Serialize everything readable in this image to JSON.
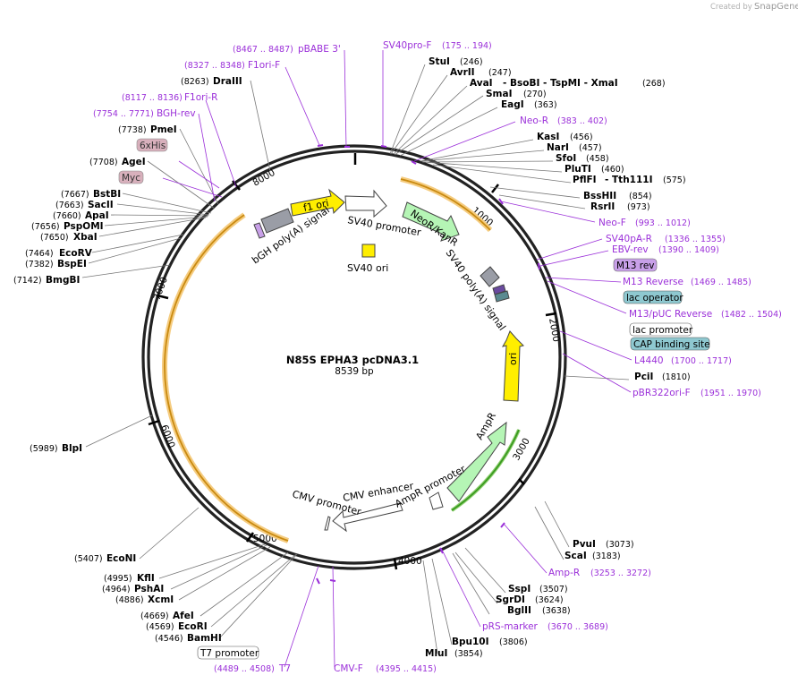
{
  "credit": {
    "text": "Created by",
    "brand": "SnapGene"
  },
  "plasmid": {
    "name": "N85S EPHA3 pcDNA3.1",
    "size": "8539 bp"
  },
  "ticks": [
    "1000",
    "2000",
    "3000",
    "4000",
    "5000",
    "6000",
    "7000",
    "8000"
  ],
  "enzymes": [
    {
      "id": "stui",
      "name": "StuI",
      "pos": "(246)"
    },
    {
      "id": "avrii",
      "name": "AvrII",
      "pos": "(247)"
    },
    {
      "id": "avai",
      "name": "AvaI",
      "extra": "- BsoBI   - TspMI   - XmaI",
      "pos": "(268)"
    },
    {
      "id": "smai",
      "name": "SmaI",
      "pos": "(270)"
    },
    {
      "id": "eagi",
      "name": "EagI",
      "pos": "(363)"
    },
    {
      "id": "kasi",
      "name": "KasI",
      "pos": "(456)"
    },
    {
      "id": "nari",
      "name": "NarI",
      "pos": "(457)"
    },
    {
      "id": "sfoi",
      "name": "SfoI",
      "pos": "(458)"
    },
    {
      "id": "pluti",
      "name": "PluTI",
      "pos": "(460)"
    },
    {
      "id": "pflfi",
      "name": "PflFI",
      "extra": "- Tth111I",
      "pos": "(575)"
    },
    {
      "id": "bsshii",
      "name": "BssHII",
      "pos": "(854)"
    },
    {
      "id": "rsrii",
      "name": "RsrII",
      "pos": "(973)"
    },
    {
      "id": "pcii",
      "name": "PciI",
      "pos": "(1810)"
    },
    {
      "id": "pvui",
      "name": "PvuI",
      "pos": "(3073)"
    },
    {
      "id": "scai",
      "name": "ScaI",
      "pos": "(3183)"
    },
    {
      "id": "sspi",
      "name": "SspI",
      "pos": "(3507)"
    },
    {
      "id": "sgrdi",
      "name": "SgrDI",
      "pos": "(3624)"
    },
    {
      "id": "bglii",
      "name": "BglII",
      "pos": "(3638)"
    },
    {
      "id": "bpu10i",
      "name": "Bpu10I",
      "pos": "(3806)"
    },
    {
      "id": "mlui",
      "name": "MluI",
      "pos": "(3854)"
    },
    {
      "id": "bamhi",
      "name": "BamHI",
      "pos": "(4546)"
    },
    {
      "id": "ecori",
      "name": "EcoRI",
      "pos": "(4569)"
    },
    {
      "id": "afei",
      "name": "AfeI",
      "pos": "(4669)"
    },
    {
      "id": "xcmi",
      "name": "XcmI",
      "pos": "(4886)"
    },
    {
      "id": "pshai",
      "name": "PshAI",
      "pos": "(4964)"
    },
    {
      "id": "kfli",
      "name": "KflI",
      "pos": "(4995)"
    },
    {
      "id": "econi",
      "name": "EcoNI",
      "pos": "(5407)"
    },
    {
      "id": "blpi",
      "name": "BlpI",
      "pos": "(5989)"
    },
    {
      "id": "bmgbi",
      "name": "BmgBI",
      "pos": "(7142)"
    },
    {
      "id": "bspei",
      "name": "BspEI",
      "pos": "(7382)"
    },
    {
      "id": "ecorv",
      "name": "EcoRV",
      "pos": "(7464)"
    },
    {
      "id": "xbai",
      "name": "XbaI",
      "pos": "(7650)"
    },
    {
      "id": "pspomi",
      "name": "PspOMI",
      "pos": "(7656)"
    },
    {
      "id": "apai",
      "name": "ApaI",
      "pos": "(7660)"
    },
    {
      "id": "sacii",
      "name": "SacII",
      "pos": "(7663)"
    },
    {
      "id": "bstbi",
      "name": "BstBI",
      "pos": "(7667)"
    },
    {
      "id": "agei",
      "name": "AgeI",
      "pos": "(7708)"
    },
    {
      "id": "pmei",
      "name": "PmeI",
      "pos": "(7738)"
    },
    {
      "id": "draiii",
      "name": "DraIII",
      "pos": "(8263)"
    }
  ],
  "primers": [
    {
      "id": "pbabe3",
      "name": "pBABE 3'",
      "pos": "(8467 .. 8487)"
    },
    {
      "id": "sv40pro",
      "name": "SV40pro-F",
      "pos": "(175 .. 194)"
    },
    {
      "id": "f1orif",
      "name": "F1ori-F",
      "pos": "(8327 .. 8348)"
    },
    {
      "id": "f1orir",
      "name": "F1ori-R",
      "pos": "(8117 .. 8136)"
    },
    {
      "id": "bghrev",
      "name": "BGH-rev",
      "pos": "(7754 .. 7771)"
    },
    {
      "id": "neor",
      "name": "Neo-R",
      "pos": "(383 .. 402)"
    },
    {
      "id": "neof",
      "name": "Neo-F",
      "pos": "(993 .. 1012)"
    },
    {
      "id": "sv40par",
      "name": "SV40pA-R",
      "pos": "(1336 .. 1355)"
    },
    {
      "id": "ebvrev",
      "name": "EBV-rev",
      "pos": "(1390 .. 1409)"
    },
    {
      "id": "m13rev2",
      "name": "M13 Reverse",
      "pos": "(1469 .. 1485)"
    },
    {
      "id": "m13puc",
      "name": "M13/pUC Reverse",
      "pos": "(1482 .. 1504)"
    },
    {
      "id": "l4440",
      "name": "L4440",
      "pos": "(1700 .. 1717)"
    },
    {
      "id": "pbr322",
      "name": "pBR322ori-F",
      "pos": "(1951 .. 1970)"
    },
    {
      "id": "ampr",
      "name": "Amp-R",
      "pos": "(3253 .. 3272)"
    },
    {
      "id": "prsmarker",
      "name": "pRS-marker",
      "pos": "(3670 .. 3689)"
    },
    {
      "id": "t7",
      "name": "T7",
      "pos": "(4489 .. 4508)"
    },
    {
      "id": "cmvf",
      "name": "CMV-F",
      "pos": "(4395 .. 4415)"
    }
  ],
  "boxes": {
    "sixhis": "6xHis",
    "myc": "Myc",
    "m13rev": "M13 rev",
    "lacop": "lac operator",
    "lacprom": "lac promoter",
    "cap": "CAP binding site",
    "t7prom": "T7 promoter"
  },
  "features": {
    "f1ori": "f1 ori",
    "sv40prom": "SV40 promoter",
    "neokan": "NeoR/KanR",
    "sv40pa": "SV40 poly(A) signal",
    "sv40ori": "SV40 ori",
    "bgh": "bGH poly(A) signal",
    "ori": "ori",
    "ampr": "AmpR",
    "amprprom": "AmpR promoter",
    "cmvenh": "CMV enhancer",
    "cmvprom": "CMV promoter"
  },
  "colors": {
    "primer": "#9b30d9",
    "orf": "#f0a020",
    "f1": "#ffee00",
    "neo": "#b5f5b5",
    "grey": "#9a9da6",
    "box_pink": "#d8b0bc",
    "box_violet": "#c8a0e8",
    "box_teal": "#8ec8d0",
    "orf_green": "#3a9a20"
  }
}
